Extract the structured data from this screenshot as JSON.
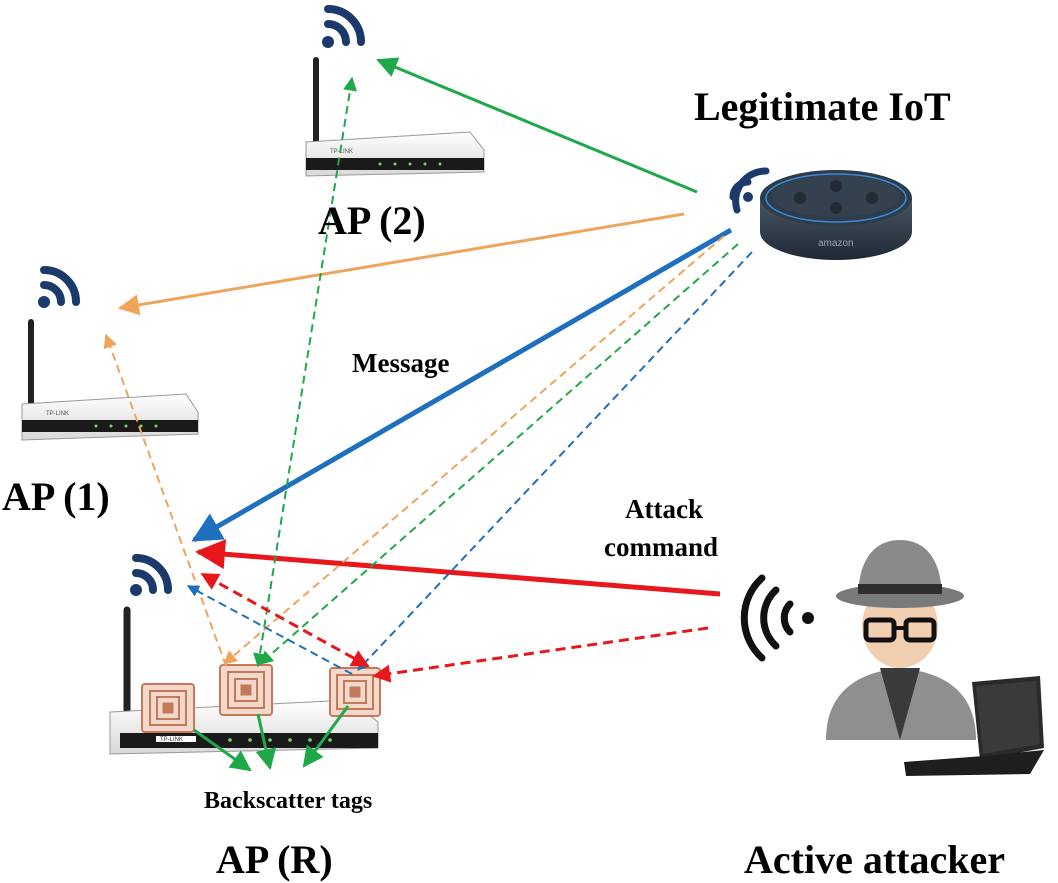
{
  "labels": {
    "legitimate_iot": "Legitimate IoT",
    "ap2": "AP (2)",
    "ap1": "AP (1)",
    "apr": "AP (R)",
    "message": "Message",
    "attack_line1": "Attack",
    "attack_line2": "command",
    "backscatter": "Backscatter tags",
    "attacker": "Active attacker"
  },
  "device_markings": {
    "speaker_brand": "amazon",
    "router_brand": "TP-LINK"
  },
  "colors": {
    "green": "#1fa84a",
    "orange": "#f0a45a",
    "blue": "#1f6fbf",
    "red": "#e8171b",
    "wifi_navy": "#1b3a6b",
    "tag_copper": "#c47a5a"
  }
}
